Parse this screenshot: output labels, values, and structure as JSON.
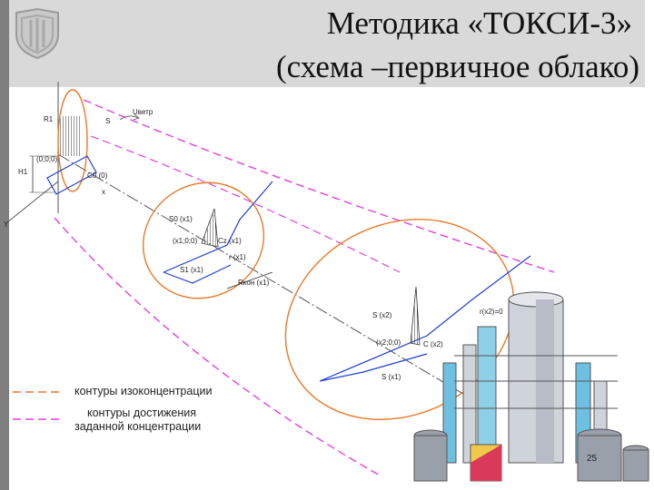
{
  "header": {
    "title_line1": "Методика «ТОКСИ-3»",
    "title_line2": "(схема –первичное облако)"
  },
  "labels": {
    "R1": "R1",
    "S": "S",
    "U": "Uветр",
    "origin": "(0;0;0)",
    "H1": "H1",
    "C0": "C0 (0)",
    "x": "x",
    "Y": "Y",
    "S0x1": "S0 (x1)",
    "x1c0": "(x1;0;0)",
    "Czx1": "Cz (x1)",
    "rx1": "r (x1)",
    "S1x1": "S1 (x1)",
    "Rpx1": "Rкон (x1)",
    "Sx2": "S (x2)",
    "rx2c": "r(x2)=0",
    "x2c0": "(x2;0;0)",
    "Cx2": "C (x2)",
    "Sx1": "S (x1)"
  },
  "legend": {
    "item1": "контуры изоконцентрации",
    "item2_line1": "контуры достижения",
    "item2_line2": "заданной концентрации"
  },
  "page_number": "25",
  "colors": {
    "orange": "#e8792a",
    "magenta": "#e040e0",
    "blue": "#1e3fd0",
    "dark": "#333333"
  }
}
